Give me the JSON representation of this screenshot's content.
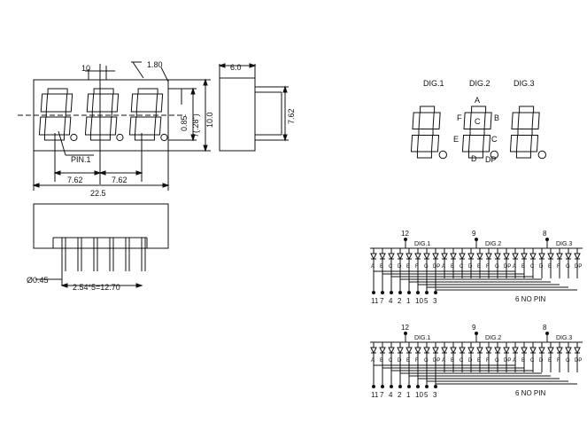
{
  "front_view": {
    "dim_10": "10",
    "dim_180": "1.80",
    "dim_pin1": "PIN.1",
    "dim_762_left": "7.62",
    "dim_762_right": "7.62",
    "dim_225": "22.5",
    "dim_085": "0.85",
    "dim_7_28": "7(.28\")",
    "dim_100": "10.0"
  },
  "side_view": {
    "dim_60": "6.0",
    "dim_762": "7.62"
  },
  "bottom_view": {
    "dim_045": "Ø0.45",
    "dim_pitch": "2.54*5=12.70"
  },
  "digit_labels": {
    "dig1": "DIG.1",
    "dig2": "DIG.2",
    "dig3": "DIG.3"
  },
  "segment_labels": {
    "A": "A",
    "B": "B",
    "C": "C",
    "D": "D",
    "E": "E",
    "F": "F",
    "G": "C",
    "DP": "DP"
  },
  "schematic": {
    "digit_pins": [
      "12",
      "9",
      "8"
    ],
    "digit_names": [
      "DIG.1",
      "DIG.2",
      "DIG.3"
    ],
    "segments": [
      "A",
      "B",
      "C",
      "D",
      "E",
      "F",
      "G",
      "DP"
    ],
    "bottom_pins": [
      "11",
      "7",
      "4",
      "2",
      "1",
      "10",
      "5",
      "3"
    ],
    "note": "6 NO PIN"
  },
  "colors": {
    "ink": "#111111"
  }
}
